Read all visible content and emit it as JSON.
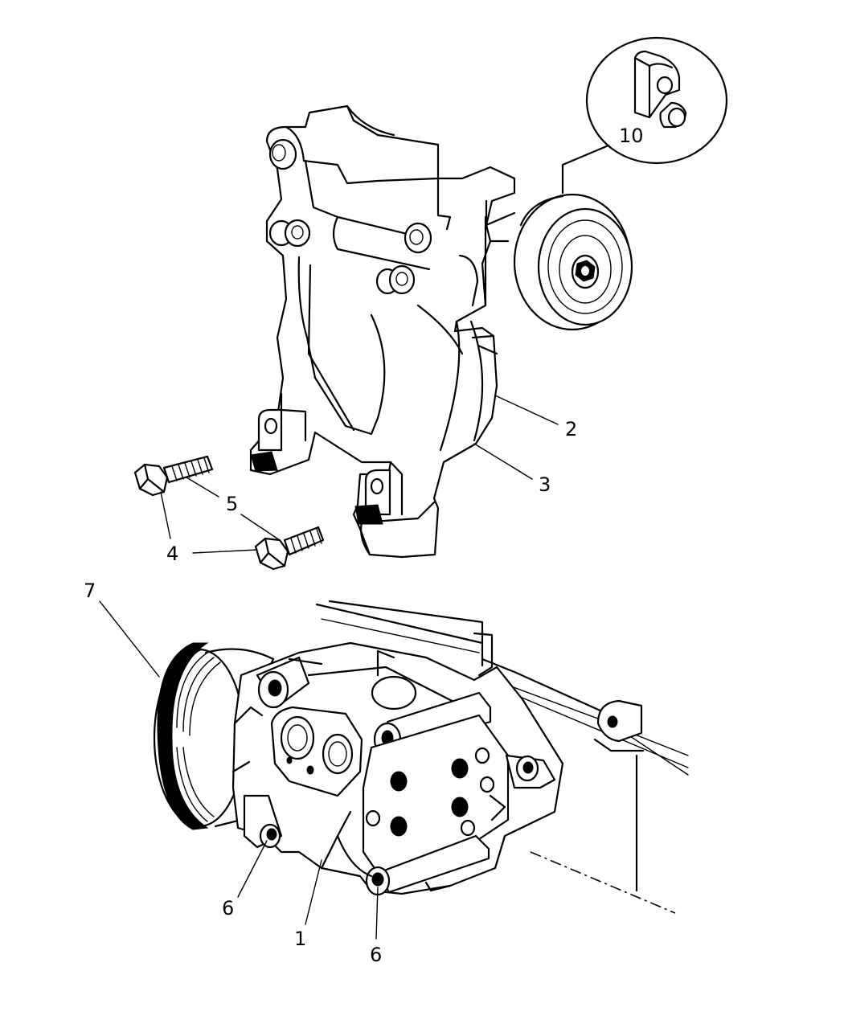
{
  "callouts": [
    {
      "id": "c2",
      "text": "2"
    },
    {
      "id": "c3",
      "text": "3"
    },
    {
      "id": "c4",
      "text": "4"
    },
    {
      "id": "c5",
      "text": "5"
    },
    {
      "id": "c7",
      "text": "7"
    },
    {
      "id": "c6a",
      "text": "6"
    },
    {
      "id": "c1",
      "text": "1"
    },
    {
      "id": "c6b",
      "text": "6"
    },
    {
      "id": "c10",
      "text": "10"
    }
  ]
}
